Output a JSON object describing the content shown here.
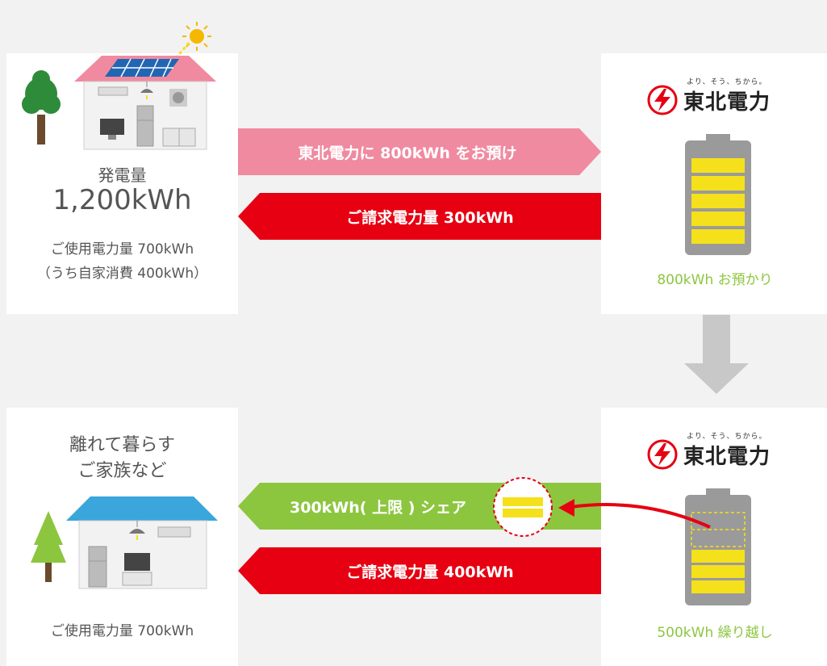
{
  "colors": {
    "pink_arrow": "#f08aa0",
    "red_arrow": "#e60012",
    "green_arrow": "#8cc63f",
    "green_text": "#8cc63f",
    "battery_yellow": "#f5e01c",
    "battery_gray": "#9a9a9a",
    "gray_down_arrow": "#c8c8c8",
    "roof_pink": "#f08aa0",
    "roof_blue": "#3aa6dc",
    "tree_dark": "#2e8b3a",
    "tree_light": "#8cc63f"
  },
  "top_house": {
    "icon": "solar-house-icon",
    "title": "発電量",
    "value": "1,200kWh",
    "usage": "ご使用電力量 700kWh",
    "self_consumption": "（うち自家消費 400kWh）"
  },
  "top_utility": {
    "logo_tagline": "より、そう、ちから。",
    "logo_name": "東北電力",
    "battery_icon": "battery-full-icon",
    "status": "800kWh お預かり"
  },
  "arrows": {
    "deposit": "東北電力に 800kWh をお預け",
    "bill_top": "ご請求電力量 300kWh",
    "share": "300kWh( 上限 ) シェア",
    "bill_bottom": "ご請求電力量 400kWh"
  },
  "bottom_house": {
    "icon": "family-house-icon",
    "title_line1": "離れて暮らす",
    "title_line2": "ご家族など",
    "usage": "ご使用電力量 700kWh"
  },
  "bottom_utility": {
    "logo_tagline": "より、そう、ちから。",
    "logo_name": "東北電力",
    "battery_icon": "battery-partial-icon",
    "status": "500kWh 繰り越し"
  }
}
